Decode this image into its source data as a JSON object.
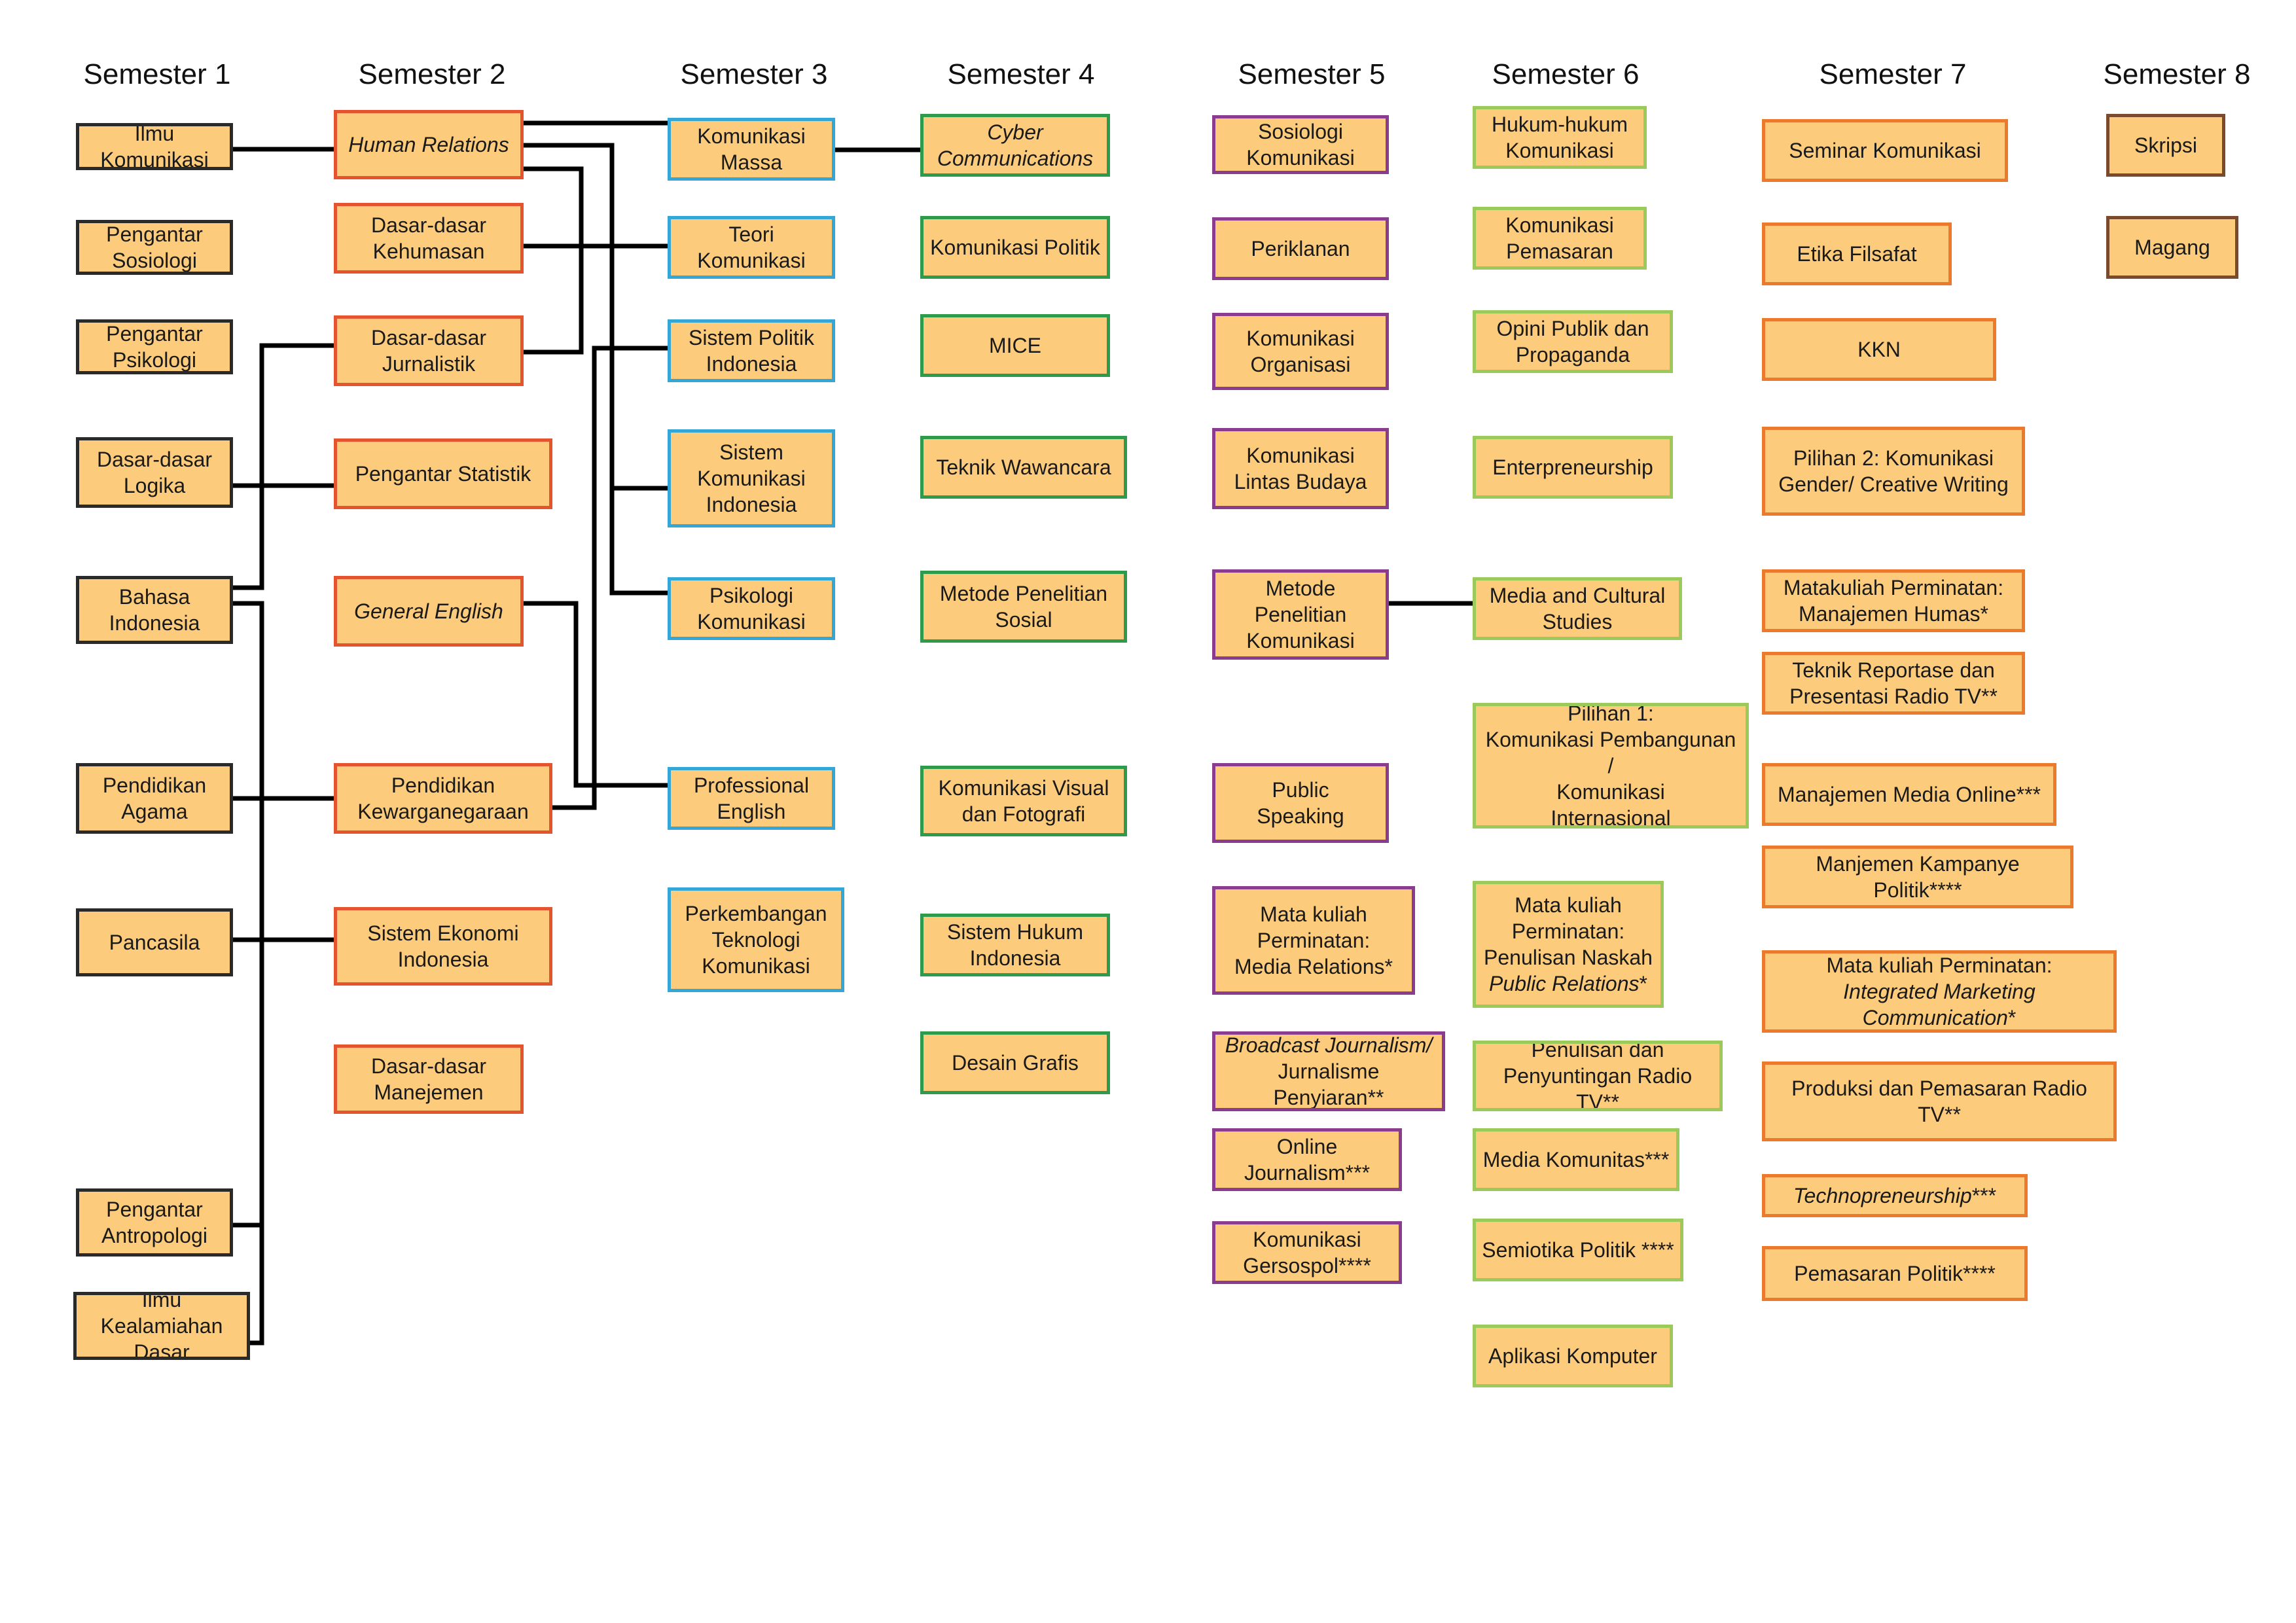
{
  "colors": {
    "box_fill": "#FDCB7C",
    "semester_borders": [
      "#2a2a2a",
      "#E3542F",
      "#35A7D6",
      "#2E9A4B",
      "#8A3D8F",
      "#9ACB5A",
      "#EC7A2D",
      "#7A4A2E"
    ],
    "connector": "#000000"
  },
  "semesters": [
    {
      "label": "Semester 1",
      "courses": [
        {
          "id": "s1-ilmu-komunikasi",
          "label": "Ilmu Komunikasi"
        },
        {
          "id": "s1-pengantar-sosiologi",
          "label": "Pengantar\nSosiologi"
        },
        {
          "id": "s1-pengantar-psikologi",
          "label": "Pengantar\nPsikologi"
        },
        {
          "id": "s1-dasar-logika",
          "label": "Dasar-dasar\nLogika"
        },
        {
          "id": "s1-bahasa-indonesia",
          "label": "Bahasa\nIndonesia"
        },
        {
          "id": "s1-pendidikan-agama",
          "label": "Pendidikan\nAgama"
        },
        {
          "id": "s1-pancasila",
          "label": "Pancasila"
        },
        {
          "id": "s1-pengantar-antropologi",
          "label": "Pengantar\nAntropologi"
        },
        {
          "id": "s1-ilmu-kealamiahan-dasar",
          "label": "Ilmu Kealamiahan\nDasar"
        }
      ]
    },
    {
      "label": "Semester 2",
      "courses": [
        {
          "id": "s2-human-relations",
          "label": "Human Relations",
          "italic": true
        },
        {
          "id": "s2-dasar-kehumasan",
          "label": "Dasar-dasar\nKehumasan"
        },
        {
          "id": "s2-dasar-jurnalistik",
          "label": "Dasar-dasar\nJurnalistik"
        },
        {
          "id": "s2-pengantar-statistik",
          "label": "Pengantar Statistik"
        },
        {
          "id": "s2-general-english",
          "label": "General English",
          "italic": true
        },
        {
          "id": "s2-pendidikan-kewarganegaraan",
          "label": "Pendidikan\nKewarganegaraan"
        },
        {
          "id": "s2-sistem-ekonomi-indonesia",
          "label": "Sistem Ekonomi\nIndonesia"
        },
        {
          "id": "s2-dasar-manejemen",
          "label": "Dasar-dasar\nManejemen"
        }
      ]
    },
    {
      "label": "Semester 3",
      "courses": [
        {
          "id": "s3-komunikasi-massa",
          "label": "Komunikasi\nMassa"
        },
        {
          "id": "s3-teori-komunikasi",
          "label": "Teori\nKomunikasi"
        },
        {
          "id": "s3-sistem-politik-indonesia",
          "label": "Sistem Politik\nIndonesia"
        },
        {
          "id": "s3-sistem-komunikasi-indonesia",
          "label": "Sistem\nKomunikasi\nIndonesia"
        },
        {
          "id": "s3-psikologi-komunikasi",
          "label": "Psikologi\nKomunikasi"
        },
        {
          "id": "s3-professional-english",
          "label": "Professional\nEnglish"
        },
        {
          "id": "s3-perkembangan-teknologi",
          "label": "Perkembangan\nTeknologi\nKomunikasi"
        }
      ]
    },
    {
      "label": "Semester 4",
      "courses": [
        {
          "id": "s4-cyber-communications",
          "label": "Cyber\nCommunications",
          "italic": true
        },
        {
          "id": "s4-komunikasi-politik",
          "label": "Komunikasi Politik"
        },
        {
          "id": "s4-mice",
          "label": "MICE"
        },
        {
          "id": "s4-teknik-wawancara",
          "label": "Teknik Wawancara"
        },
        {
          "id": "s4-metode-penelitian-sosial",
          "label": "Metode Penelitian\nSosial"
        },
        {
          "id": "s4-komunikasi-visual",
          "label": "Komunikasi Visual\ndan Fotografi"
        },
        {
          "id": "s4-sistem-hukum-indonesia",
          "label": "Sistem Hukum\nIndonesia"
        },
        {
          "id": "s4-desain-grafis",
          "label": "Desain Grafis"
        }
      ]
    },
    {
      "label": "Semester 5",
      "courses": [
        {
          "id": "s5-sosiologi-komunikasi",
          "label": "Sosiologi\nKomunikasi"
        },
        {
          "id": "s5-periklanan",
          "label": "Periklanan"
        },
        {
          "id": "s5-komunikasi-organisasi",
          "label": "Komunikasi\nOrganisasi"
        },
        {
          "id": "s5-komunikasi-lintas-budaya",
          "label": "Komunikasi\nLintas Budaya"
        },
        {
          "id": "s5-metode-penelitian-komunikasi",
          "label": "Metode\nPenelitian\nKomunikasi"
        },
        {
          "id": "s5-public-speaking",
          "label": "Public\nSpeaking"
        },
        {
          "id": "s5-mk-media-relations",
          "label": "Mata kuliah\nPerminatan:\nMedia Relations*"
        },
        {
          "id": "s5-broadcast-journalism",
          "label": "Broadcast Journalism/\nJurnalisme Penyiaran**",
          "italic_first": true
        },
        {
          "id": "s5-online-journalism",
          "label": "Online\nJournalism***"
        },
        {
          "id": "s5-komunikasi-gersospol",
          "label": "Komunikasi\nGersospol****"
        }
      ]
    },
    {
      "label": "Semester 6",
      "courses": [
        {
          "id": "s6-hukum-komunikasi",
          "label": "Hukum-hukum\nKomunikasi"
        },
        {
          "id": "s6-komunikasi-pemasaran",
          "label": "Komunikasi\nPemasaran"
        },
        {
          "id": "s6-opini-publik",
          "label": "Opini Publik dan\nPropaganda"
        },
        {
          "id": "s6-enterpreneurship",
          "label": "Enterpreneurship"
        },
        {
          "id": "s6-media-cultural-studies",
          "label": "Media and Cultural\nStudies"
        },
        {
          "id": "s6-pilihan-1",
          "label": "Pilihan 1:\nKomunikasi Pembangunan /\nKomunikasi\nInternasional"
        },
        {
          "id": "s6-mk-penulisan-naskah",
          "label": "Mata kuliah\nPerminatan:\nPenulisan Naskah\nPublic Relations*",
          "italic_last": true
        },
        {
          "id": "s6-penulisan-radio-tv",
          "label": "Penulisan dan\nPenyuntingan Radio TV**"
        },
        {
          "id": "s6-media-komunitas",
          "label": "Media Komunitas***"
        },
        {
          "id": "s6-semiotika-politik",
          "label": "Semiotika Politik ****"
        },
        {
          "id": "s6-aplikasi-komputer",
          "label": "Aplikasi Komputer"
        }
      ]
    },
    {
      "label": "Semester 7",
      "courses": [
        {
          "id": "s7-seminar-komunikasi",
          "label": "Seminar Komunikasi"
        },
        {
          "id": "s7-etika-filsafat",
          "label": "Etika Filsafat"
        },
        {
          "id": "s7-kkn",
          "label": "KKN"
        },
        {
          "id": "s7-pilihan-2",
          "label": "Pilihan 2: Komunikasi\nGender/ Creative Writing"
        },
        {
          "id": "s7-mk-manajemen-humas",
          "label": "Matakuliah Perminatan:\nManajemen Humas*"
        },
        {
          "id": "s7-teknik-reportase",
          "label": "Teknik Reportase dan\nPresentasi Radio TV**"
        },
        {
          "id": "s7-manajemen-media-online",
          "label": "Manajemen Media Online***"
        },
        {
          "id": "s7-manjemen-kampanye-politik",
          "label": "Manjemen Kampanye Politik****"
        },
        {
          "id": "s7-mk-imc",
          "label": "Mata kuliah Perminatan:\nIntegrated Marketing Communication*",
          "italic_last": true
        },
        {
          "id": "s7-produksi-pemasaran-radio-tv",
          "label": "Produksi dan Pemasaran Radio TV**"
        },
        {
          "id": "s7-technopreneurship",
          "label": "Technopreneurship***",
          "italic_word": "Technopreneurship"
        },
        {
          "id": "s7-pemasaran-politik",
          "label": "Pemasaran Politik****"
        }
      ]
    },
    {
      "label": "Semester 8",
      "courses": [
        {
          "id": "s8-skripsi",
          "label": "Skripsi"
        },
        {
          "id": "s8-magang",
          "label": "Magang"
        }
      ]
    }
  ]
}
